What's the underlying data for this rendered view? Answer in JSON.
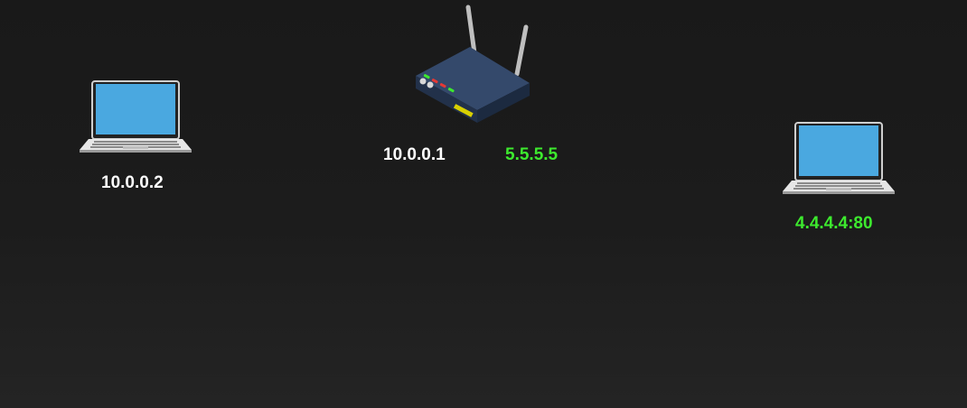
{
  "nodes": {
    "local_laptop": {
      "icon": "laptop-icon",
      "ip_label": "10.0.0.2"
    },
    "router": {
      "icon": "router-icon",
      "private_ip_label": "10.0.0.1",
      "public_ip_label": "5.5.5.5"
    },
    "remote_laptop": {
      "icon": "laptop-icon",
      "ip_port_label": "4.4.4.4:80"
    }
  },
  "colors": {
    "background": "#1b1b1b",
    "private_text": "#ffffff",
    "public_text": "#3dea2e",
    "laptop_screen": "#4aa8e0",
    "router_body": "#2b3d5a"
  }
}
